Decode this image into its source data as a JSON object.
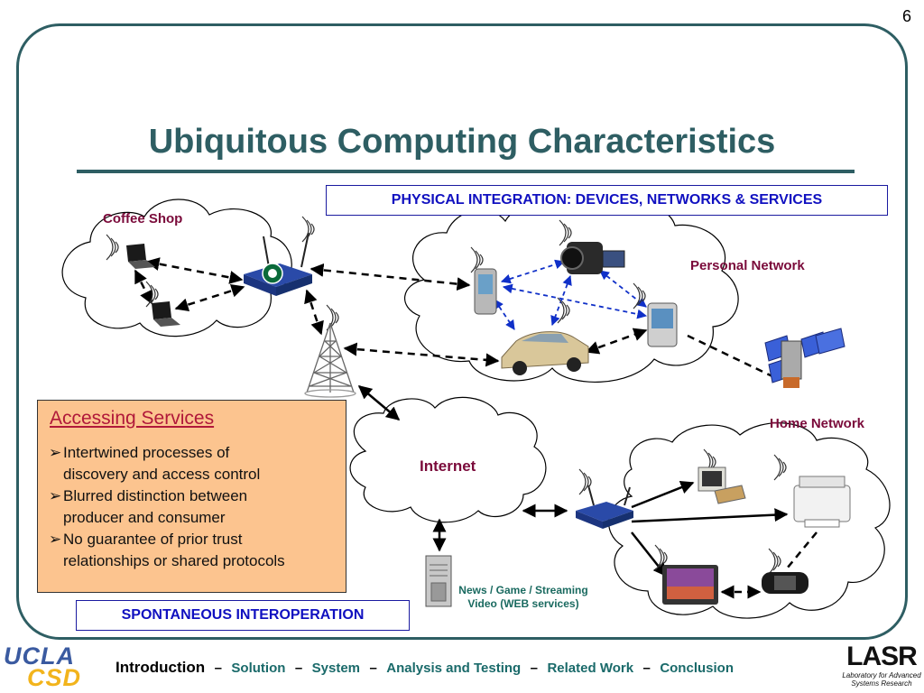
{
  "slide": {
    "page_number": "6",
    "title": "Ubiquitous Computing Characteristics"
  },
  "diagram": {
    "banner": "PHYSICAL INTEGRATION: DEVICES, NETWORKS & SERVICES",
    "labels": {
      "coffee_shop": "Coffee Shop",
      "personal_network": "Personal Network",
      "home_network": "Home Network",
      "internet": "Internet"
    },
    "server_caption": [
      "News / Game / Streaming",
      "Video (WEB services)"
    ]
  },
  "services_box": {
    "title": "Accessing Services",
    "bullets": [
      [
        "Intertwined processes of",
        "discovery and access control"
      ],
      [
        "Blurred distinction between",
        "producer and consumer"
      ],
      [
        "No guarantee of prior trust",
        "relationships or shared protocols"
      ]
    ]
  },
  "bottom_label": "SPONTANEOUS INTEROPERATION",
  "footer": {
    "current": "Introduction",
    "items": [
      "Solution",
      "System",
      "Analysis and Testing",
      "Related Work",
      "Conclusion"
    ],
    "separator": "–"
  },
  "logos": {
    "left": [
      "UCLA",
      "CSD"
    ],
    "right": [
      "LASR",
      "Laboratory for Advanced",
      "Systems Research"
    ]
  },
  "colors": {
    "accent": "#2e5e63",
    "maroon_label": "#7a0a3a",
    "blue_text": "#1010c0",
    "services_fill": "#fcc48f"
  }
}
